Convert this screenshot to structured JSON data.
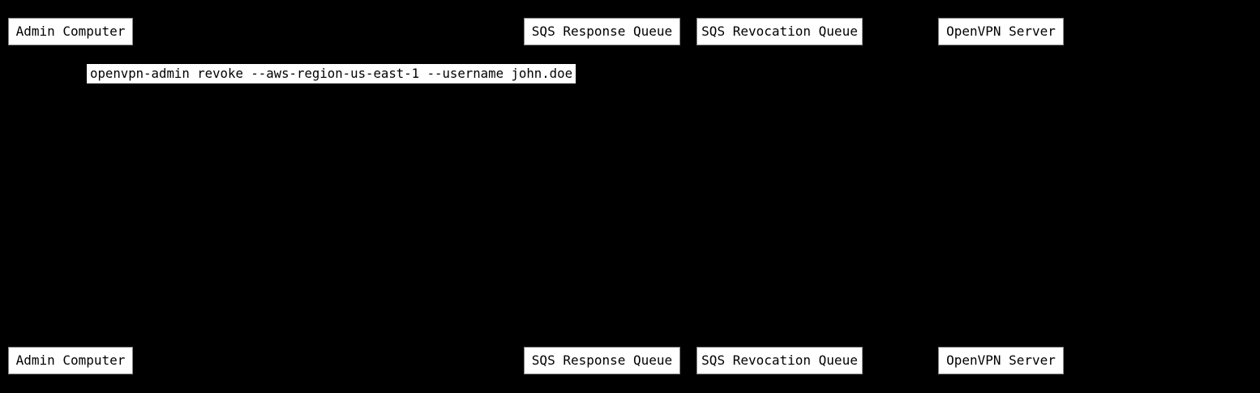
{
  "diagram": {
    "type": "sequence-diagram",
    "colors": {
      "background": "#000000",
      "box_fill": "#ffffff",
      "box_border": "#888888",
      "text": "#000000"
    },
    "actors": [
      {
        "id": "admin-computer",
        "label": "Admin Computer"
      },
      {
        "id": "sqs-response-queue",
        "label": "SQS Response Queue"
      },
      {
        "id": "sqs-revocation-queue",
        "label": "SQS Revocation Queue"
      },
      {
        "id": "openvpn-server",
        "label": "OpenVPN Server"
      }
    ],
    "message": {
      "text": "openvpn-admin revoke --aws-region-us-east-1 --username john.doe"
    }
  }
}
